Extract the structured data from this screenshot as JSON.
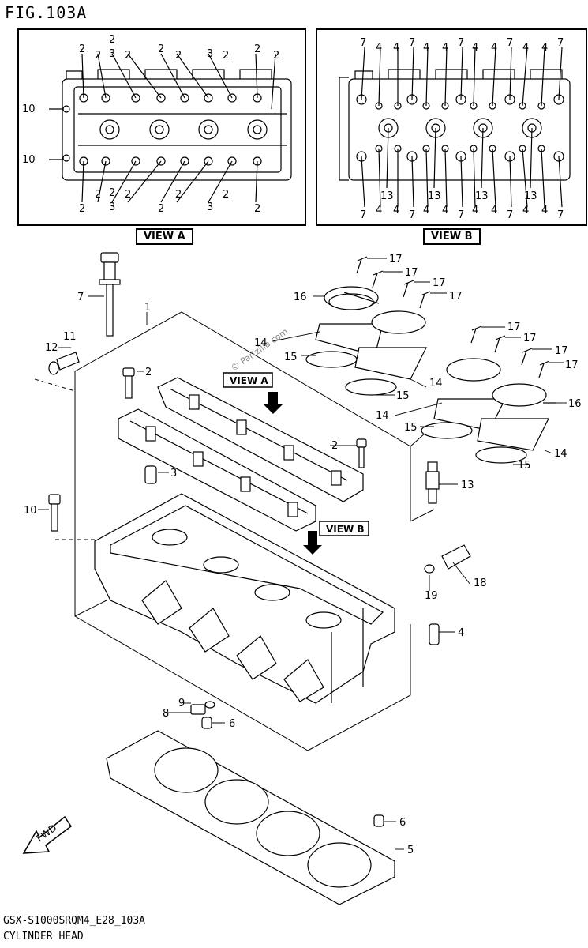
{
  "figure": {
    "title": "FIG.103A",
    "model_code": "GSX-S1000SRQM4_E28_103A",
    "name": "CYLINDER HEAD",
    "watermark": "© Partzilla.com"
  },
  "views": {
    "view_a_label": "VIEW A",
    "view_b_label": "VIEW B",
    "arrow_a_label": "VIEW A",
    "arrow_b_label": "VIEW B",
    "fwd_label": "FWD"
  },
  "view_a_callouts": {
    "top_row": [
      "2",
      "2",
      "2",
      "3",
      "2",
      "2",
      "2",
      "3",
      "2",
      "2",
      "2"
    ],
    "bottom_row": [
      "2",
      "2",
      "2",
      "3",
      "2",
      "2",
      "2",
      "3",
      "2",
      "2"
    ],
    "left": [
      "10",
      "10"
    ]
  },
  "view_b_callouts": {
    "top_row": [
      "7",
      "4",
      "4",
      "7",
      "4",
      "4",
      "7",
      "4",
      "4",
      "7",
      "4",
      "4",
      "7"
    ],
    "bottom_row": [
      "7",
      "4",
      "4",
      "7",
      "4",
      "4",
      "7",
      "4",
      "4",
      "7",
      "4",
      "4",
      "7"
    ],
    "spark": [
      "13",
      "13",
      "13",
      "13"
    ]
  },
  "parts": {
    "p1": "1",
    "p2a": "2",
    "p2b": "2",
    "p3": "3",
    "p4": "4",
    "p5": "5",
    "p6a": "6",
    "p6b": "6",
    "p7": "7",
    "p8": "8",
    "p9": "9",
    "p10": "10",
    "p11": "11",
    "p12": "12",
    "p13": "13",
    "p14a": "14",
    "p14b": "14",
    "p14c": "14",
    "p14d": "14",
    "p15a": "15",
    "p15b": "15",
    "p15c": "15",
    "p15d": "15",
    "p16a": "16",
    "p16b": "16",
    "p17a": "17",
    "p17b": "17",
    "p17c": "17",
    "p17d": "17",
    "p17e": "17",
    "p17f": "17",
    "p17g": "17",
    "p17h": "17",
    "p18": "18",
    "p19": "19"
  },
  "colors": {
    "line": "#000000",
    "background": "#ffffff",
    "watermark": "#888888"
  }
}
